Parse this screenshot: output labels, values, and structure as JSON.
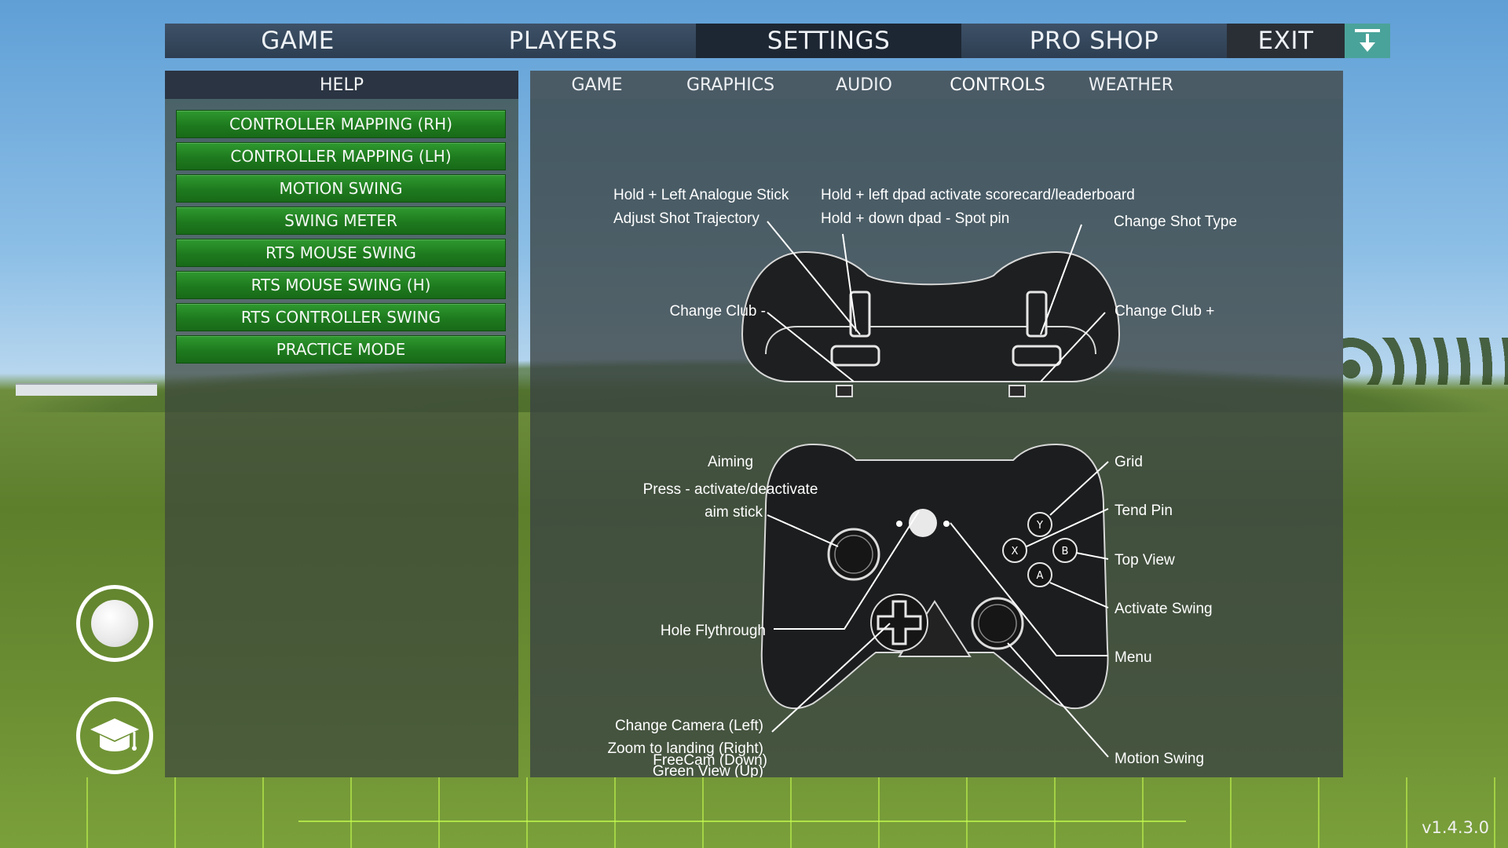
{
  "topnav": {
    "tabs": [
      {
        "label": "GAME"
      },
      {
        "label": "PLAYERS"
      },
      {
        "label": "SETTINGS"
      },
      {
        "label": "PRO SHOP"
      },
      {
        "label": "EXIT"
      }
    ],
    "download_icon": "download-icon"
  },
  "help": {
    "title": "HELP",
    "items": [
      {
        "label": "CONTROLLER MAPPING (RH)"
      },
      {
        "label": "CONTROLLER MAPPING (LH)"
      },
      {
        "label": "MOTION SWING"
      },
      {
        "label": "SWING METER"
      },
      {
        "label": "RTS MOUSE SWING"
      },
      {
        "label": "RTS MOUSE SWING (H)"
      },
      {
        "label": "RTS CONTROLLER SWING"
      },
      {
        "label": "PRACTICE MODE"
      }
    ]
  },
  "settings": {
    "tabs": [
      {
        "label": "GAME"
      },
      {
        "label": "GRAPHICS"
      },
      {
        "label": "AUDIO"
      },
      {
        "label": "CONTROLS"
      },
      {
        "label": "WEATHER"
      }
    ]
  },
  "diagram": {
    "labels": {
      "left_stick_hold_1": "Hold + Left Analogue Stick",
      "left_stick_hold_2": "Adjust Shot Trajectory",
      "dpad_hold_1": "Hold + left dpad activate scorecard/leaderboard",
      "dpad_hold_2": "Hold + down dpad - Spot pin",
      "change_shot_type": "Change Shot Type",
      "change_club_minus": "Change Club -",
      "change_club_plus": "Change Club +",
      "aiming": "Aiming",
      "aim_press_1": "Press - activate/deactivate",
      "aim_press_2": "aim stick",
      "hole_flythrough": "Hole Flythrough",
      "camera_1": "Change Camera (Left)",
      "camera_2": "Zoom to landing (Right)",
      "camera_3": "Green View (Up)",
      "camera_4": "FreeCam (Down)",
      "grid": "Grid",
      "tend_pin": "Tend Pin",
      "top_view": "Top View",
      "activate_swing": "Activate Swing",
      "menu": "Menu",
      "motion_swing": "Motion Swing"
    },
    "buttons": {
      "y": "Y",
      "x": "X",
      "b": "B",
      "a": "A"
    }
  },
  "side": {
    "ball_icon": "golf-ball-icon",
    "tutorial_icon": "graduation-cap-icon"
  },
  "version": "v1.4.3.0"
}
